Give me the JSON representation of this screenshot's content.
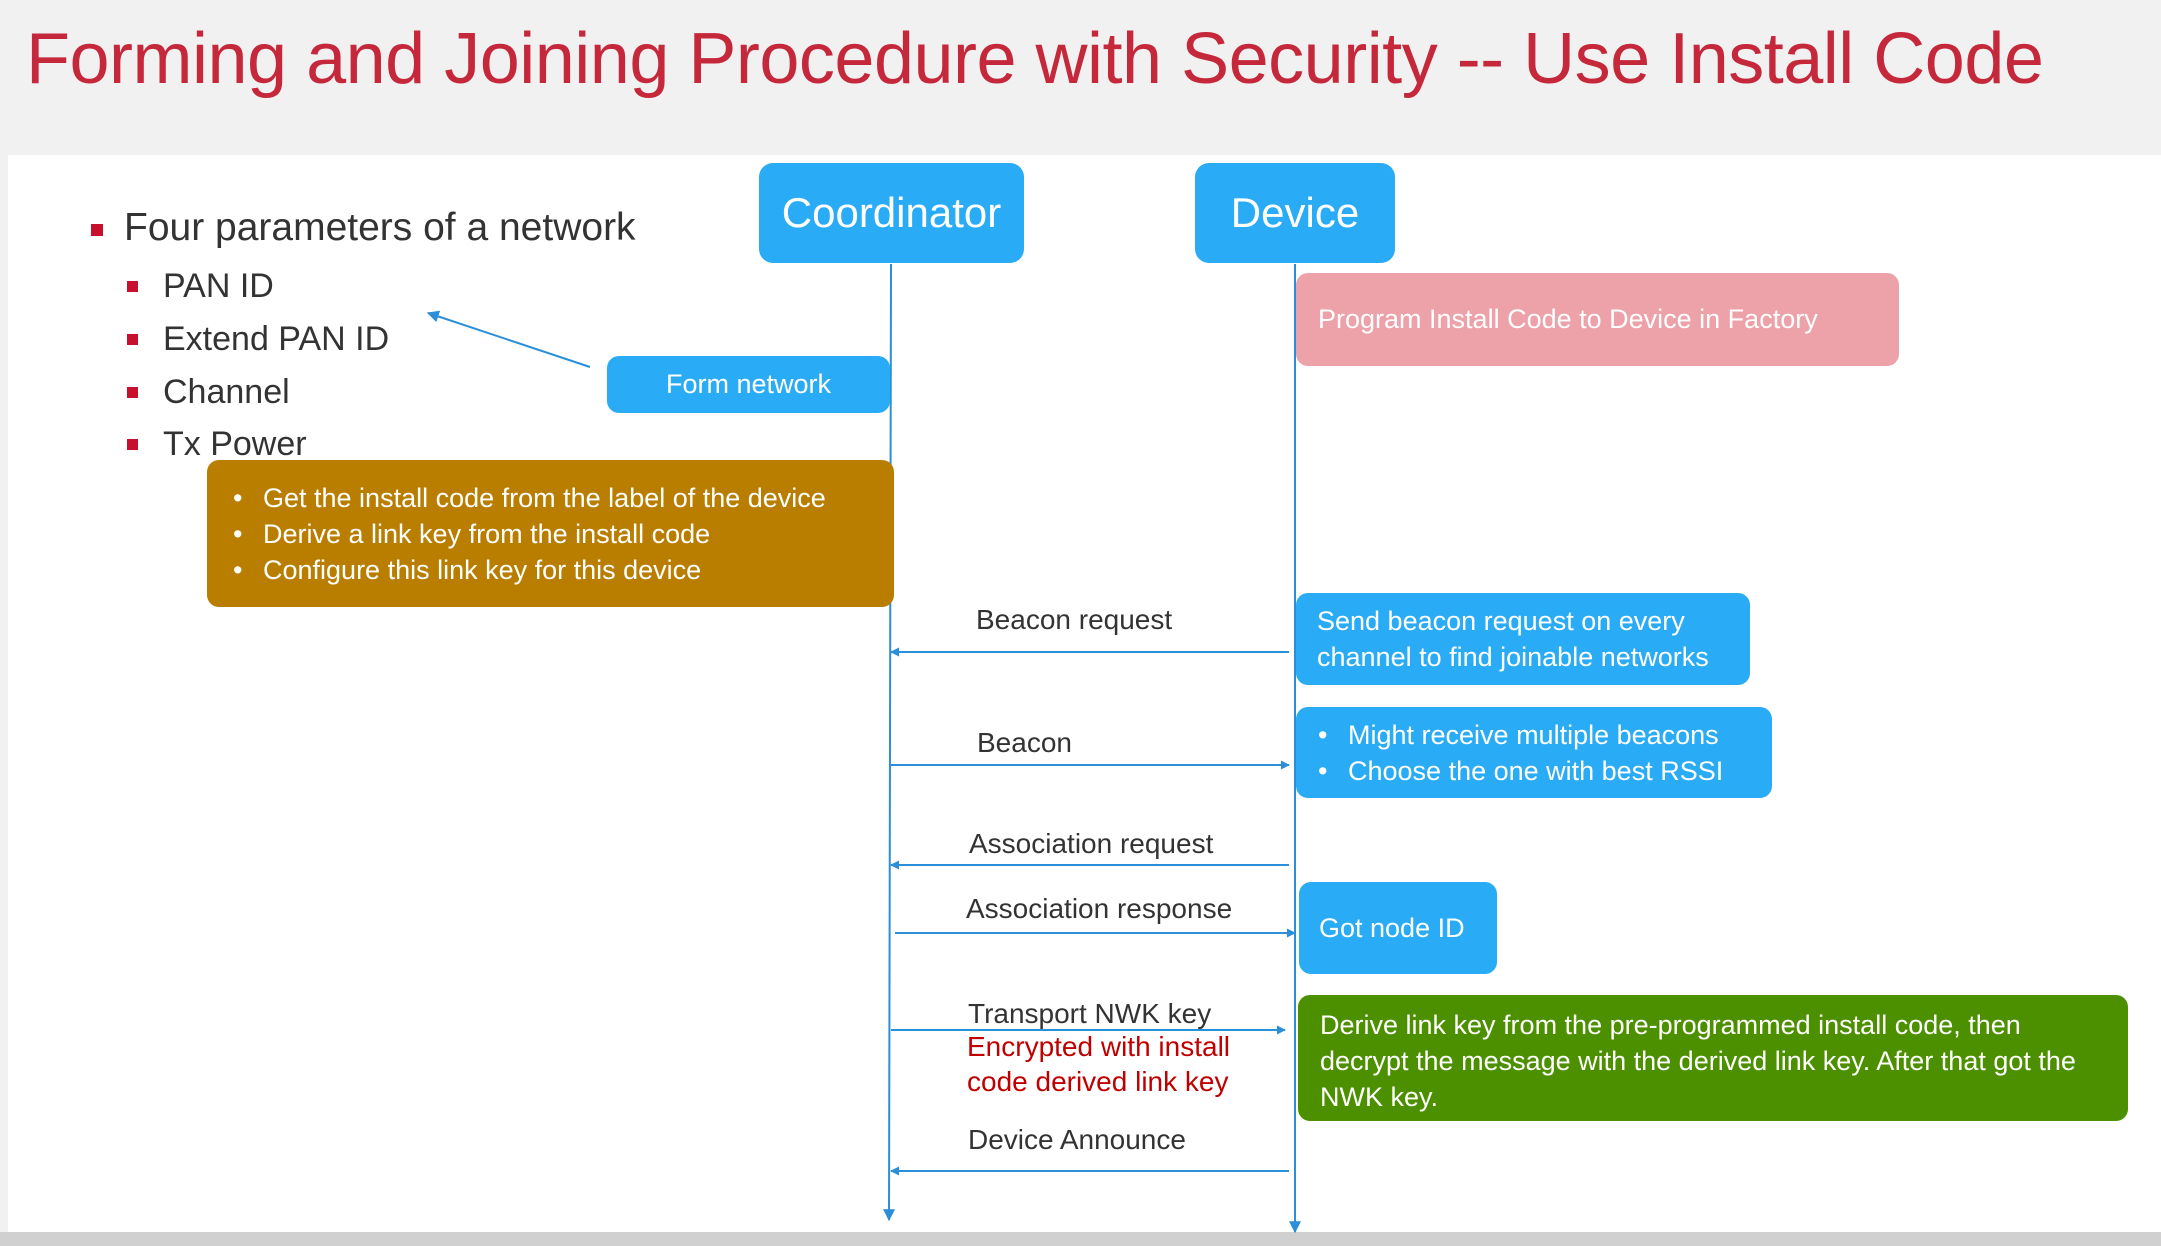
{
  "title": "Forming and Joining Procedure with Security  -- Use Install Code",
  "parameters": {
    "heading": "Four parameters of a network",
    "items": [
      "PAN ID",
      "Extend PAN ID",
      "Channel",
      "Tx Power"
    ]
  },
  "actors": {
    "coordinator": "Coordinator",
    "device": "Device"
  },
  "notes": {
    "form_network": "Form network",
    "program_install_code": "Program Install Code to Device in Factory",
    "install_code_steps": [
      "Get the install code from the label of the device",
      "Derive a link key from the install code",
      "Configure this link key for this device"
    ],
    "send_beacon": [
      "Send beacon request on every",
      "channel to find joinable networks"
    ],
    "beacons": [
      "Might receive multiple beacons",
      "Choose the one with best RSSI"
    ],
    "got_node_id": "Got node ID",
    "derive_link_key": [
      "Derive link key from the pre-programmed install code, then",
      "decrypt the message with the derived link key. After that got the",
      "NWK key."
    ]
  },
  "messages": {
    "beacon_request": "Beacon request",
    "beacon": "Beacon",
    "association_request": "Association request",
    "association_response": "Association response",
    "transport_nwk_key": "Transport NWK key",
    "encrypted_note": [
      "Encrypted with install",
      "code derived link key"
    ],
    "device_announce": "Device Announce"
  },
  "colors": {
    "title": "#c5283a",
    "actor_blue": "#2aabf5",
    "bullet_red": "#c8102e",
    "pink_note": "#eda1a9",
    "gold_note": "#b97e00",
    "green_note": "#4c9000",
    "encrypted_text": "#c00000"
  }
}
